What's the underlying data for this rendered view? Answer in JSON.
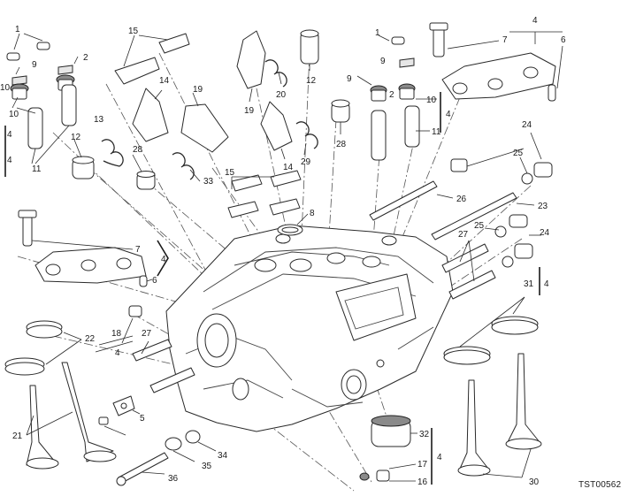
{
  "drawing_code": "TST00562",
  "callouts": [
    "1",
    "1",
    "2",
    "2",
    "4",
    "4",
    "4",
    "4",
    "4",
    "4",
    "4",
    "4",
    "5",
    "6",
    "6",
    "7",
    "7",
    "8",
    "9",
    "9",
    "9",
    "10",
    "10",
    "10",
    "11",
    "11",
    "12",
    "12",
    "13",
    "14",
    "14",
    "15",
    "15",
    "16",
    "17",
    "18",
    "19",
    "19",
    "20",
    "21",
    "22",
    "23",
    "24",
    "24",
    "25",
    "25",
    "26",
    "27",
    "27",
    "28",
    "28",
    "29",
    "30",
    "31",
    "32",
    "33",
    "34",
    "35",
    "36"
  ]
}
